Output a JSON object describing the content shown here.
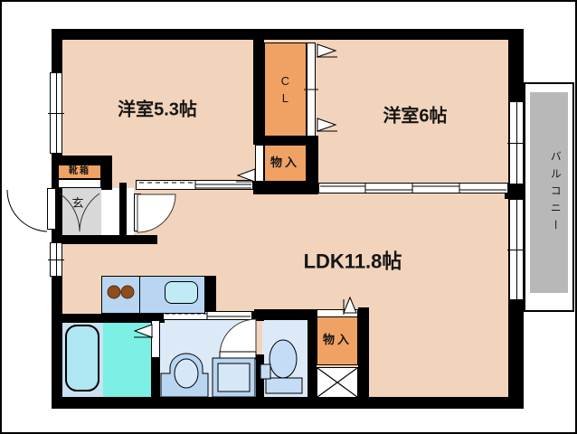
{
  "floorplan": {
    "rooms": {
      "western_room_1": "洋室5.3帖",
      "western_room_2": "洋室6帖",
      "ldk": "LDK11.8帖",
      "closet": "CL",
      "storage_top": "物入",
      "storage_bottom": "物入",
      "shoe_box": "靴箱",
      "entrance": "玄",
      "balcony": "バルコニー"
    },
    "colors": {
      "room_floor": "#F2D4BC",
      "storage_orange": "#F0A264",
      "balcony_gray": "#B8B8B8",
      "kitchen_counter_blue": "#B8D6F2",
      "kitchen_sink_cyan": "#BFEAF6",
      "bathtub_cyan": "#AEE6F2",
      "bath_room_blue": "#C8E2F2",
      "bath_floor_cyan": "#7CF0E4",
      "wet_room_blue": "#DCEAF8",
      "fixture_inner_blue": "#D6E8F8",
      "toilet_blue": "#C4DCF6",
      "burner_brown": "#8E4D1E",
      "entrance_gray": "#D8D8D8",
      "wall_black": "#000000"
    }
  }
}
